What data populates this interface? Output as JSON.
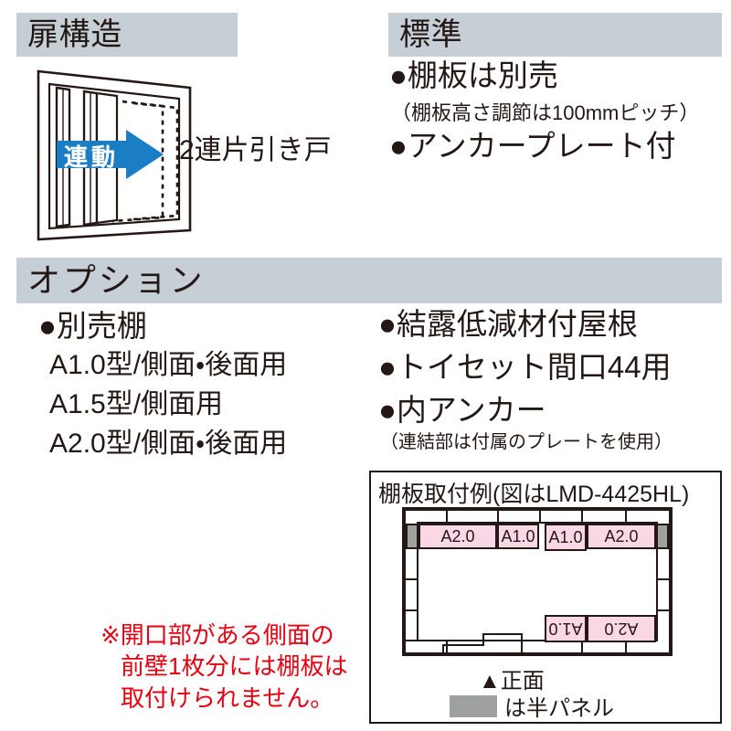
{
  "sections": {
    "door": {
      "title": "扉構造",
      "diagram_badge": "連動",
      "diagram_label": "2連片引き戸"
    },
    "standard": {
      "title": "標準",
      "items": [
        "●棚板は別売",
        "●アンカープレート付"
      ],
      "note": "（棚板高さ調節は100mmピッチ）"
    },
    "option": {
      "title": "オプション",
      "left": [
        "●別売棚",
        "A1.0型/側面・後面用",
        "A1.5型/側面用",
        "A2.0型/側面・後面用"
      ],
      "right": [
        "●結露低減材付屋根",
        "●トイセット間口44用",
        "●内アンカー"
      ],
      "right_note": "（連結部は付属のプレートを使用）"
    }
  },
  "warning": {
    "line1": "※開口部がある側面の",
    "line2": "前壁1枚分には棚板は",
    "line3": "取付けられません。",
    "color": "#e60012"
  },
  "shelf_example": {
    "title": "棚板取付例(図はLMD-4425HL)",
    "top_cells": [
      "A2.0",
      "A1.0",
      "A1.0",
      "A2.0"
    ],
    "bottom_cells": [
      "A1.0",
      "A2.0"
    ],
    "front_label": "▲正面",
    "legend_text": "は半パネル",
    "legend_swatch_color": "#9fa0a0",
    "shelf_color": "#fad7e4"
  },
  "colors": {
    "header_bar": "#c6cfd5",
    "arrow_blue": "#1b7ec4",
    "ink": "#231815"
  }
}
